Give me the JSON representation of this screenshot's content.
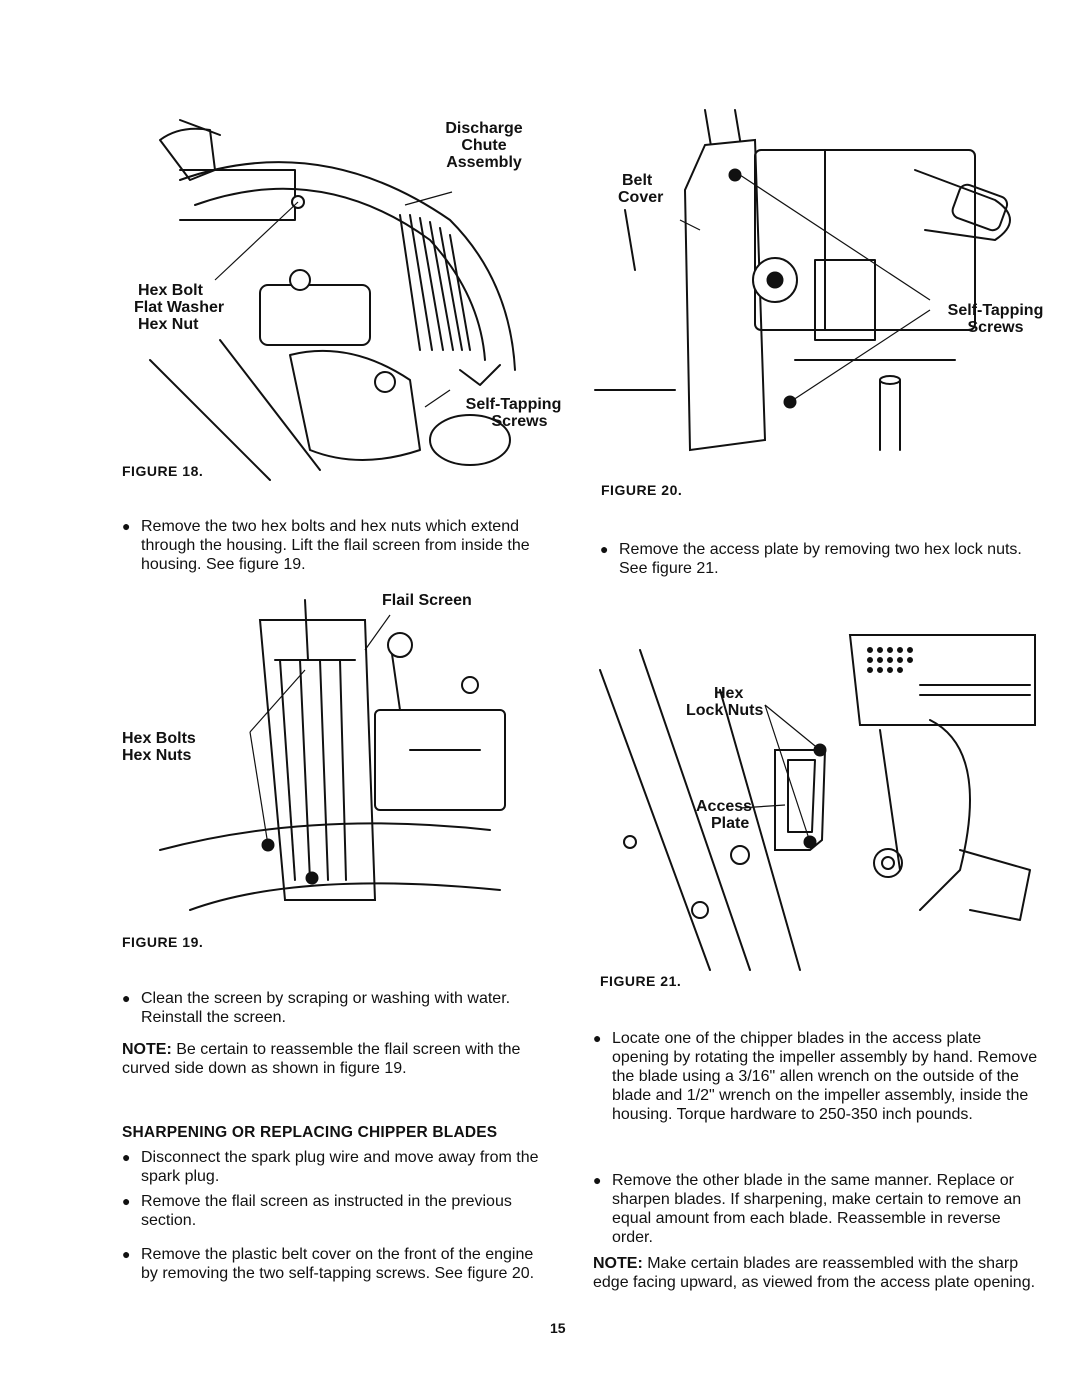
{
  "figure18": {
    "caption": "FIGURE 18.",
    "label_chute": [
      "Discharge",
      "Chute",
      "Assembly"
    ],
    "label_bolt": [
      "Hex Bolt",
      "Flat Washer",
      "Hex Nut"
    ],
    "label_screws": [
      "Self-Tapping",
      "Screws"
    ]
  },
  "figure19": {
    "caption": "FIGURE 19.",
    "label_screen": "Flail Screen",
    "label_bolts": [
      "Hex Bolts",
      "Hex Nuts"
    ]
  },
  "figure20": {
    "caption": "FIGURE 20.",
    "label_cover": [
      "Belt",
      "Cover"
    ],
    "label_screws": [
      "Self-Tapping",
      "Screws"
    ]
  },
  "figure21": {
    "caption": "FIGURE 21.",
    "label_nuts": [
      "Hex",
      "Lock Nuts"
    ],
    "label_plate": [
      "Access",
      "Plate"
    ]
  },
  "left_column": {
    "bullet_flail": "Remove the two hex bolts and hex nuts which extend through the housing. Lift the flail screen from inside the housing. See figure 19.",
    "bullet_clean": "Clean the screen by scraping or washing with water. Reinstall the screen.",
    "note_label": "NOTE:",
    "note_text": " Be certain to reassemble the flail screen with the curved side down as shown in figure 19.",
    "heading": "SHARPENING OR REPLACING CHIPPER BLADES",
    "bullets_sharpen": [
      "Disconnect the spark plug wire and move away from the spark plug.",
      "Remove the flail screen as instructed in the previous section.",
      "Remove the plastic belt cover on the front of the engine by removing the two self-tapping screws. See figure 20."
    ]
  },
  "right_column": {
    "bullet_access": "Remove the access plate by removing two hex lock nuts. See figure 21.",
    "bullets_blades": [
      "Locate one of the chipper blades in the access plate opening by rotating the impeller assembly by hand. Remove the blade using a 3/16\" allen wrench on the outside of the blade and 1/2\" wrench on the impeller assembly, inside the housing. Torque hardware to 250-350 inch pounds.",
      "Remove the other blade in the same manner. Replace or sharpen blades. If sharpening, make certain to remove an equal amount from each blade. Reassemble in reverse order."
    ],
    "note_label": "NOTE:",
    "note_text": " Make certain blades are reassembled with the sharp edge facing upward, as viewed from the access plate opening."
  },
  "page_number": "15",
  "icons": {
    "bullet": "bullet-dot-icon"
  }
}
